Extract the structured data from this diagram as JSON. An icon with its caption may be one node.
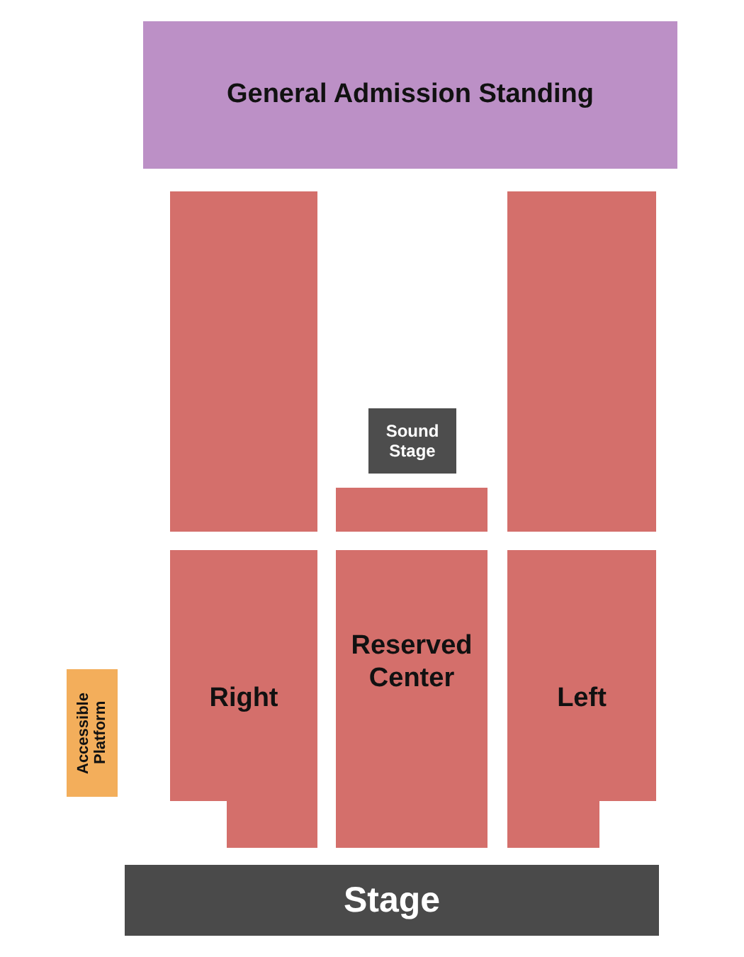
{
  "diagram": {
    "nodes": [
      {
        "text": [
          "General Admission Standing"
        ]
      },
      {
        "text": [],
        "shape": "box"
      },
      {
        "text": [],
        "shape": "box"
      },
      {
        "text": [
          "Sound Stage"
        ]
      },
      {
        "text": [],
        "shape": "box"
      },
      {
        "text": [
          "Right"
        ]
      },
      {
        "text": [
          "Reserved Center"
        ]
      },
      {
        "text": [
          "Left"
        ]
      },
      {
        "text": [
          "Accessible Platform"
        ]
      },
      {
        "text": [
          "Stage"
        ]
      }
    ]
  }
}
